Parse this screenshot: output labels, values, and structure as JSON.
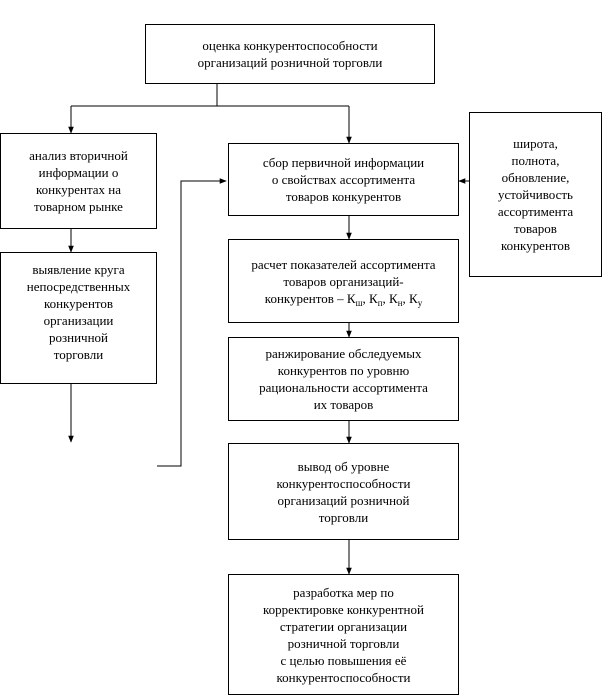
{
  "boxes": {
    "top": [
      "оценка конкурентоспособности",
      "организаций розничной торговли"
    ],
    "secondary": [
      "анализ вторичной",
      "информации о",
      "конкурентах на",
      "товарном рынке"
    ],
    "circle": [
      "выявление круга",
      "непосредственных",
      "конкурентов",
      "организации",
      "розничной",
      "торговли"
    ],
    "primary": [
      "сбор первичной информации",
      "о свойствах ассортимента",
      "товаров конкурентов"
    ],
    "props": [
      "широта,",
      "полнота,",
      "обновление,",
      "устойчивость",
      "ассортимента",
      "товаров",
      "конкурентов"
    ],
    "calc": {
      "line1": "расчет показателей ассортимента",
      "line2": "товаров  организаций-",
      "line3_prefix": "конкурентов – К",
      "subs": [
        "ш",
        "п",
        "н",
        "у"
      ],
      "sep": ", К"
    },
    "rank": [
      "ранжирование обследуемых",
      "конкурентов по уровню",
      "рациональности ассортимента",
      "их товаров"
    ],
    "conclusion": [
      "вывод об уровне",
      "конкурентоспособности",
      "организаций розничной",
      "торговли"
    ],
    "measures": [
      "разработка мер по",
      "корректировке конкурентной",
      "стратегии организации",
      "розничной торговли",
      "с целью повышения её",
      "конкурентоспособности"
    ]
  }
}
